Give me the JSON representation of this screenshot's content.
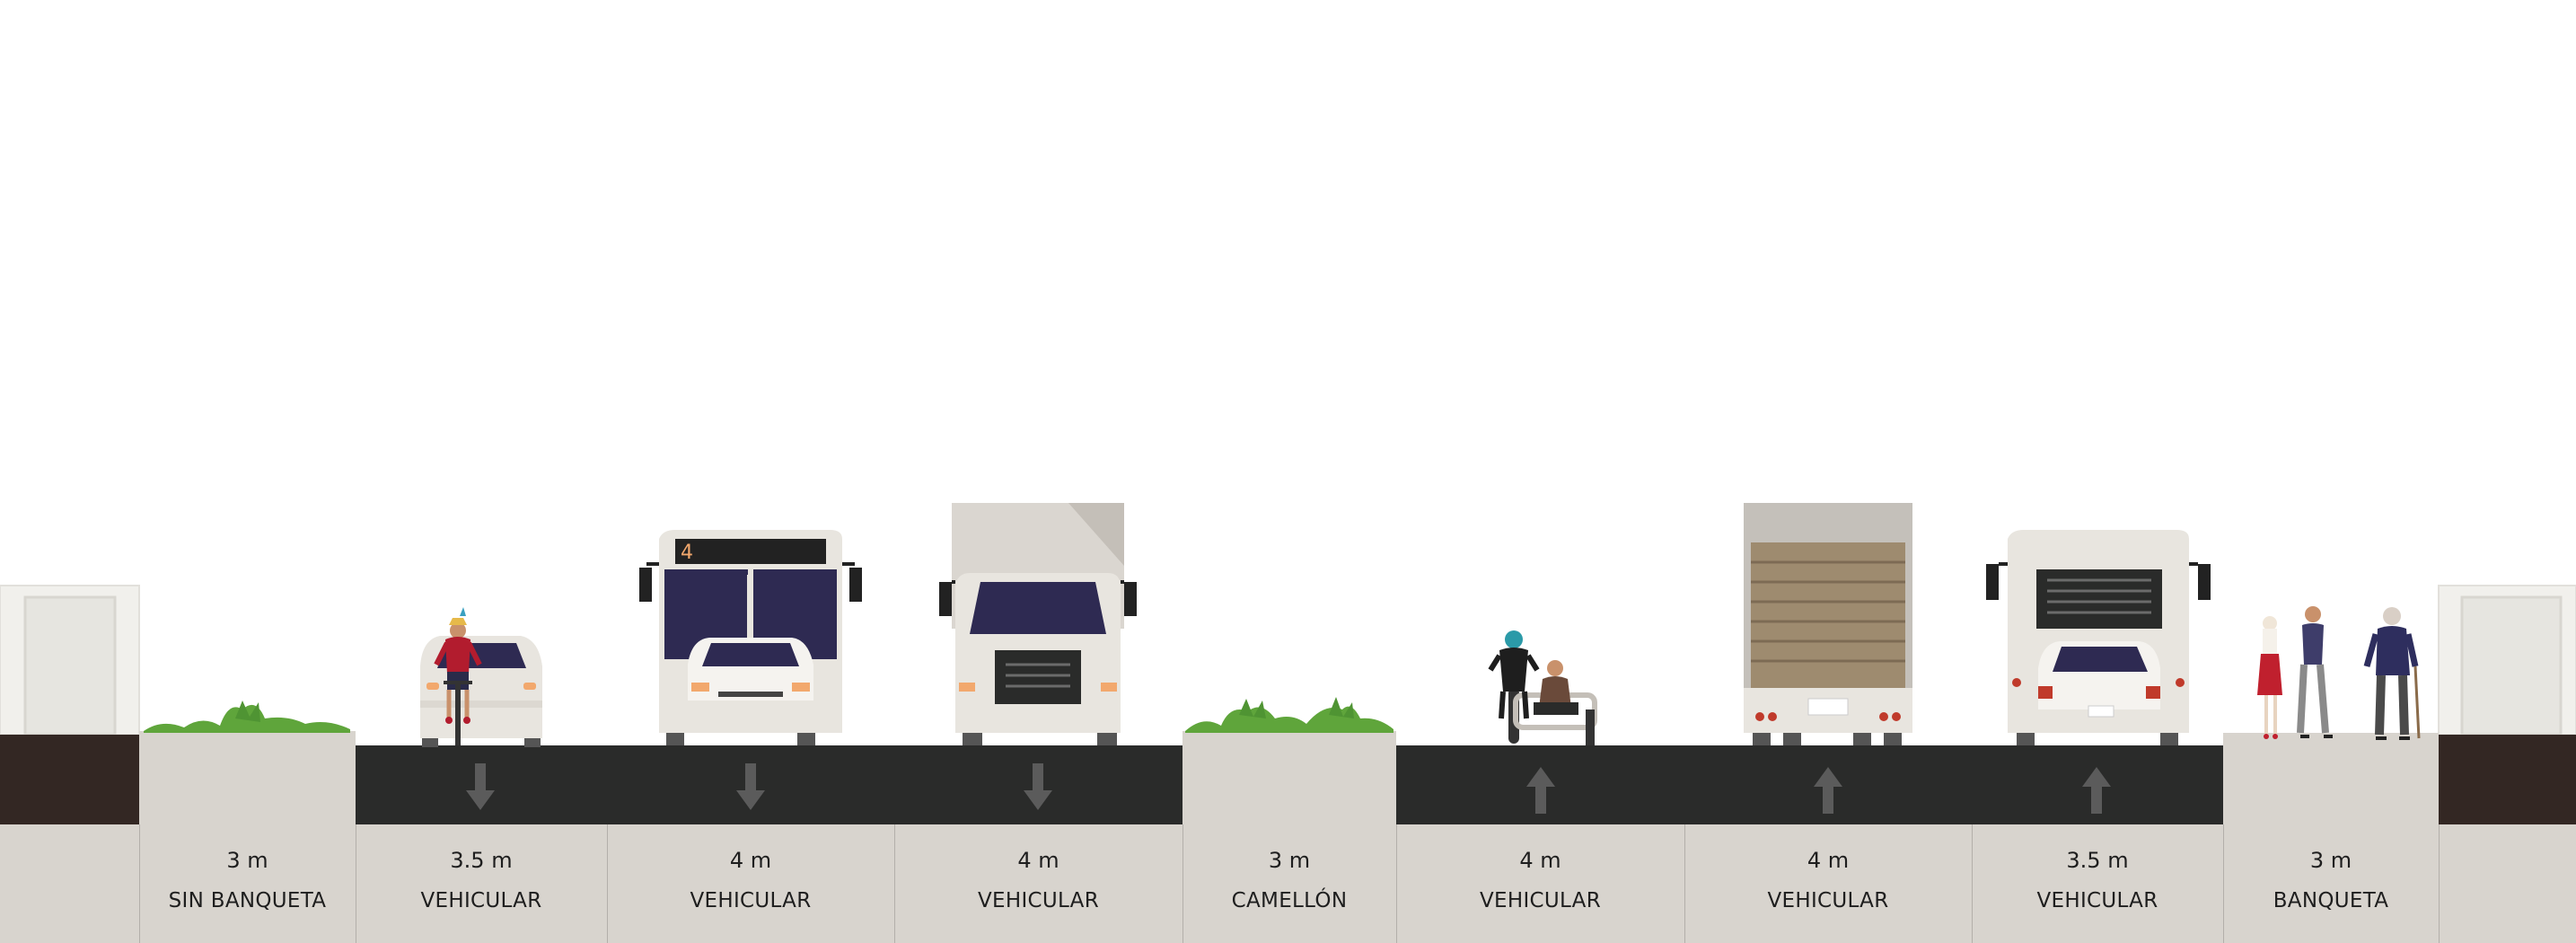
{
  "segments": [
    {
      "width_label": "3 m",
      "name": "SIN BANQUETA",
      "type": "planter",
      "width_m": 3
    },
    {
      "width_label": "3.5 m",
      "name": "VEHICULAR",
      "type": "lane",
      "width_m": 3.5,
      "direction": "down",
      "vehicle": "car-with-cyclist"
    },
    {
      "width_label": "4 m",
      "name": "VEHICULAR",
      "type": "lane",
      "width_m": 4,
      "direction": "down",
      "vehicle": "bus"
    },
    {
      "width_label": "4 m",
      "name": "VEHICULAR",
      "type": "lane",
      "width_m": 4,
      "direction": "down",
      "vehicle": "box-truck-front"
    },
    {
      "width_label": "3 m",
      "name": "CAMELLÓN",
      "type": "planter",
      "width_m": 3
    },
    {
      "width_label": "4 m",
      "name": "VEHICULAR",
      "type": "lane",
      "width_m": 4,
      "direction": "up",
      "vehicle": "motorcycle-sidecar"
    },
    {
      "width_label": "4 m",
      "name": "VEHICULAR",
      "type": "lane",
      "width_m": 4,
      "direction": "up",
      "vehicle": "box-truck-rear"
    },
    {
      "width_label": "3.5 m",
      "name": "VEHICULAR",
      "type": "lane",
      "width_m": 3.5,
      "direction": "up",
      "vehicle": "bus-rear-with-car"
    },
    {
      "width_label": "3 m",
      "name": "BANQUETA",
      "type": "sidewalk",
      "width_m": 3,
      "people": "pedestrians"
    }
  ],
  "bus_route_number": "4",
  "colors": {
    "asphalt": "#2a2b2a",
    "curb": "#d8d4ce",
    "building_base": "#332723",
    "vegetation": "#5fa53b",
    "windshield": "#2e2a52",
    "lane_arrow": "#5b5b5b",
    "vehicle_body": "#e8e5df"
  },
  "icons": {
    "lane_arrow_down": "arrow-down-icon",
    "lane_arrow_up": "arrow-up-icon",
    "planter": "shrub-icon",
    "building": "building-icon"
  }
}
